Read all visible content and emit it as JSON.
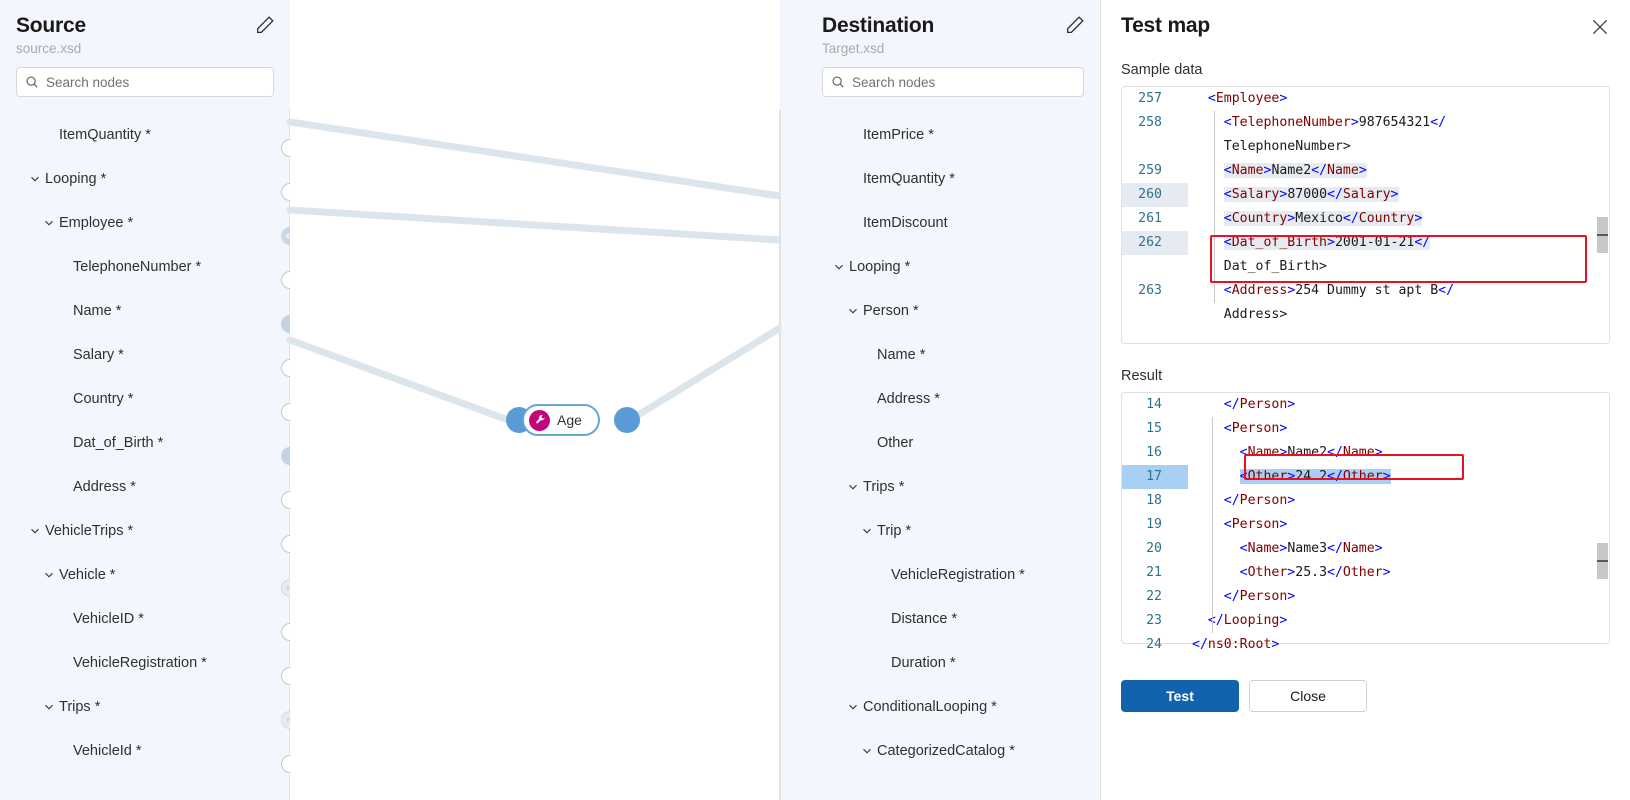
{
  "source": {
    "title": "Source",
    "filename": "source.xsd",
    "search_placeholder": "Search nodes",
    "edit_icon": "pencil-icon",
    "search_icon": "search-icon",
    "nodes": [
      {
        "label": "ItemQuantity *",
        "indent": 2,
        "expandable": false,
        "handle": "empty"
      },
      {
        "label": "Looping *",
        "indent": 1,
        "expandable": true,
        "handle": "empty"
      },
      {
        "label": "Employee *",
        "indent": 2,
        "expandable": true,
        "handle": "loop-active"
      },
      {
        "label": "TelephoneNumber *",
        "indent": 3,
        "expandable": false,
        "handle": "empty"
      },
      {
        "label": "Name *",
        "indent": 3,
        "expandable": false,
        "handle": "filled"
      },
      {
        "label": "Salary *",
        "indent": 3,
        "expandable": false,
        "handle": "empty"
      },
      {
        "label": "Country *",
        "indent": 3,
        "expandable": false,
        "handle": "empty"
      },
      {
        "label": "Dat_of_Birth *",
        "indent": 3,
        "expandable": false,
        "handle": "filled"
      },
      {
        "label": "Address *",
        "indent": 3,
        "expandable": false,
        "handle": "empty"
      },
      {
        "label": "VehicleTrips *",
        "indent": 1,
        "expandable": true,
        "handle": "empty"
      },
      {
        "label": "Vehicle *",
        "indent": 2,
        "expandable": true,
        "handle": "loop"
      },
      {
        "label": "VehicleID *",
        "indent": 3,
        "expandable": false,
        "handle": "empty"
      },
      {
        "label": "VehicleRegistration *",
        "indent": 3,
        "expandable": false,
        "handle": "empty"
      },
      {
        "label": "Trips *",
        "indent": 2,
        "expandable": true,
        "handle": "loop"
      },
      {
        "label": "VehicleId *",
        "indent": 3,
        "expandable": false,
        "handle": "empty"
      }
    ]
  },
  "destination": {
    "title": "Destination",
    "filename": "Target.xsd",
    "search_placeholder": "Search nodes",
    "edit_icon": "pencil-icon",
    "search_icon": "search-icon",
    "nodes": [
      {
        "label": "ItemPrice *",
        "indent": 2,
        "expandable": false,
        "handle": "empty"
      },
      {
        "label": "ItemQuantity *",
        "indent": 2,
        "expandable": false,
        "handle": "empty"
      },
      {
        "label": "ItemDiscount",
        "indent": 2,
        "expandable": false,
        "handle": "empty"
      },
      {
        "label": "Looping *",
        "indent": 1,
        "expandable": true,
        "handle": "empty"
      },
      {
        "label": "Person *",
        "indent": 2,
        "expandable": true,
        "handle": "loop-active"
      },
      {
        "label": "Name *",
        "indent": 3,
        "expandable": false,
        "handle": "filled"
      },
      {
        "label": "Address *",
        "indent": 3,
        "expandable": false,
        "handle": "empty"
      },
      {
        "label": "Other",
        "indent": 3,
        "expandable": false,
        "handle": "filled"
      },
      {
        "label": "Trips *",
        "indent": 2,
        "expandable": true,
        "handle": "empty"
      },
      {
        "label": "Trip *",
        "indent": 3,
        "expandable": true,
        "handle": "loop"
      },
      {
        "label": "VehicleRegistration *",
        "indent": 4,
        "expandable": false,
        "handle": "empty"
      },
      {
        "label": "Distance *",
        "indent": 4,
        "expandable": false,
        "handle": "empty"
      },
      {
        "label": "Duration *",
        "indent": 4,
        "expandable": false,
        "handle": "empty"
      },
      {
        "label": "ConditionalLooping *",
        "indent": 2,
        "expandable": true,
        "handle": "empty"
      },
      {
        "label": "CategorizedCatalog *",
        "indent": 3,
        "expandable": true,
        "handle": "loop"
      }
    ]
  },
  "canvas": {
    "function_node": {
      "label": "Age",
      "icon": "wrench-icon",
      "icon_color": "#c4047d",
      "border_color": "#62a8d8",
      "handle_color": "#5b9bd5"
    },
    "edge_color": "#dbe5ec"
  },
  "test_panel": {
    "title": "Test map",
    "close_icon": "close-icon",
    "sample_label": "Sample data",
    "result_label": "Result",
    "test_button": "Test",
    "close_button": "Close",
    "primary_color": "#1263ae",
    "highlight_color": "#e81123",
    "sample_lines": [
      {
        "num": "257",
        "indent": 1,
        "text": "<Employee>",
        "hl": "none"
      },
      {
        "num": "258",
        "indent": 2,
        "text": "<TelephoneNumber>987654321</",
        "hl": "none"
      },
      {
        "num": "",
        "indent": 2,
        "text": "TelephoneNumber>",
        "hl": "none"
      },
      {
        "num": "259",
        "indent": 2,
        "text": "<Name>Name2</Name>",
        "hl": "seg"
      },
      {
        "num": "260",
        "indent": 2,
        "text": "<Salary>87000</Salary>",
        "hl": "row"
      },
      {
        "num": "261",
        "indent": 2,
        "text": "<Country>Mexico</Country>",
        "hl": "seg"
      },
      {
        "num": "262",
        "indent": 2,
        "text": "<Dat_of_Birth>2001-01-21</",
        "hl": "row"
      },
      {
        "num": "",
        "indent": 2,
        "text": "Dat_of_Birth>",
        "hl": "none"
      },
      {
        "num": "263",
        "indent": 2,
        "text": "<Address>254 Dummy st apt B</",
        "hl": "none"
      },
      {
        "num": "",
        "indent": 2,
        "text": "Address>",
        "hl": "none"
      }
    ],
    "result_lines": [
      {
        "num": "14",
        "indent": 2,
        "text": "</Person>",
        "hl": "none"
      },
      {
        "num": "15",
        "indent": 2,
        "text": "<Person>",
        "hl": "none"
      },
      {
        "num": "16",
        "indent": 3,
        "text": "<Name>Name2</Name>",
        "hl": "none"
      },
      {
        "num": "17",
        "indent": 3,
        "text": "<Other>24.2</Other>",
        "hl": "blue"
      },
      {
        "num": "18",
        "indent": 2,
        "text": "</Person>",
        "hl": "none"
      },
      {
        "num": "19",
        "indent": 2,
        "text": "<Person>",
        "hl": "none"
      },
      {
        "num": "20",
        "indent": 3,
        "text": "<Name>Name3</Name>",
        "hl": "none"
      },
      {
        "num": "21",
        "indent": 3,
        "text": "<Other>25.3</Other>",
        "hl": "none"
      },
      {
        "num": "22",
        "indent": 2,
        "text": "</Person>",
        "hl": "none"
      },
      {
        "num": "23",
        "indent": 1,
        "text": "</Looping>",
        "hl": "none"
      },
      {
        "num": "24",
        "indent": 0,
        "text": "</ns0:Root>",
        "hl": "none"
      }
    ]
  }
}
